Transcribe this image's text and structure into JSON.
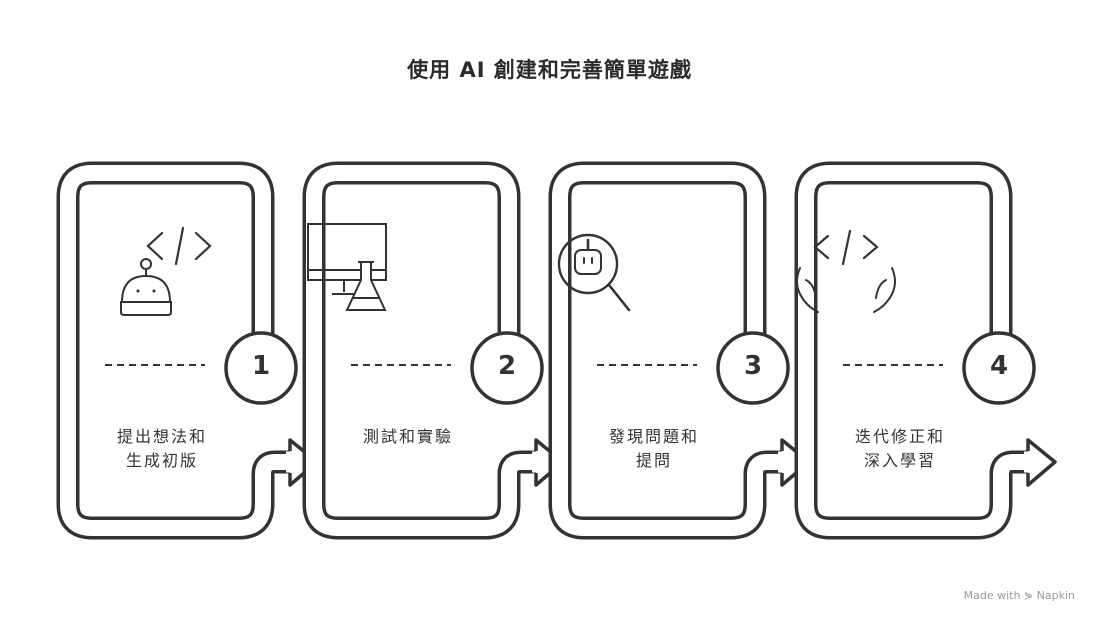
{
  "title": "使用 AI 創建和完善簡單遊戲",
  "steps": [
    {
      "number": "1",
      "label_lines": [
        "提出想法和",
        "生成初版"
      ],
      "icon": "robot-code-icon"
    },
    {
      "number": "2",
      "label_lines": [
        "測試和實驗"
      ],
      "icon": "monitor-flask-icon"
    },
    {
      "number": "3",
      "label_lines": [
        "發現問題和",
        "提問"
      ],
      "icon": "robot-magnifier-icon"
    },
    {
      "number": "4",
      "label_lines": [
        "迭代修正和",
        "深入學習"
      ],
      "icon": "hands-code-icon"
    }
  ],
  "watermark": "Made with ⋟ Napkin",
  "colors": {
    "stroke": "#333333",
    "background": "#ffffff"
  }
}
